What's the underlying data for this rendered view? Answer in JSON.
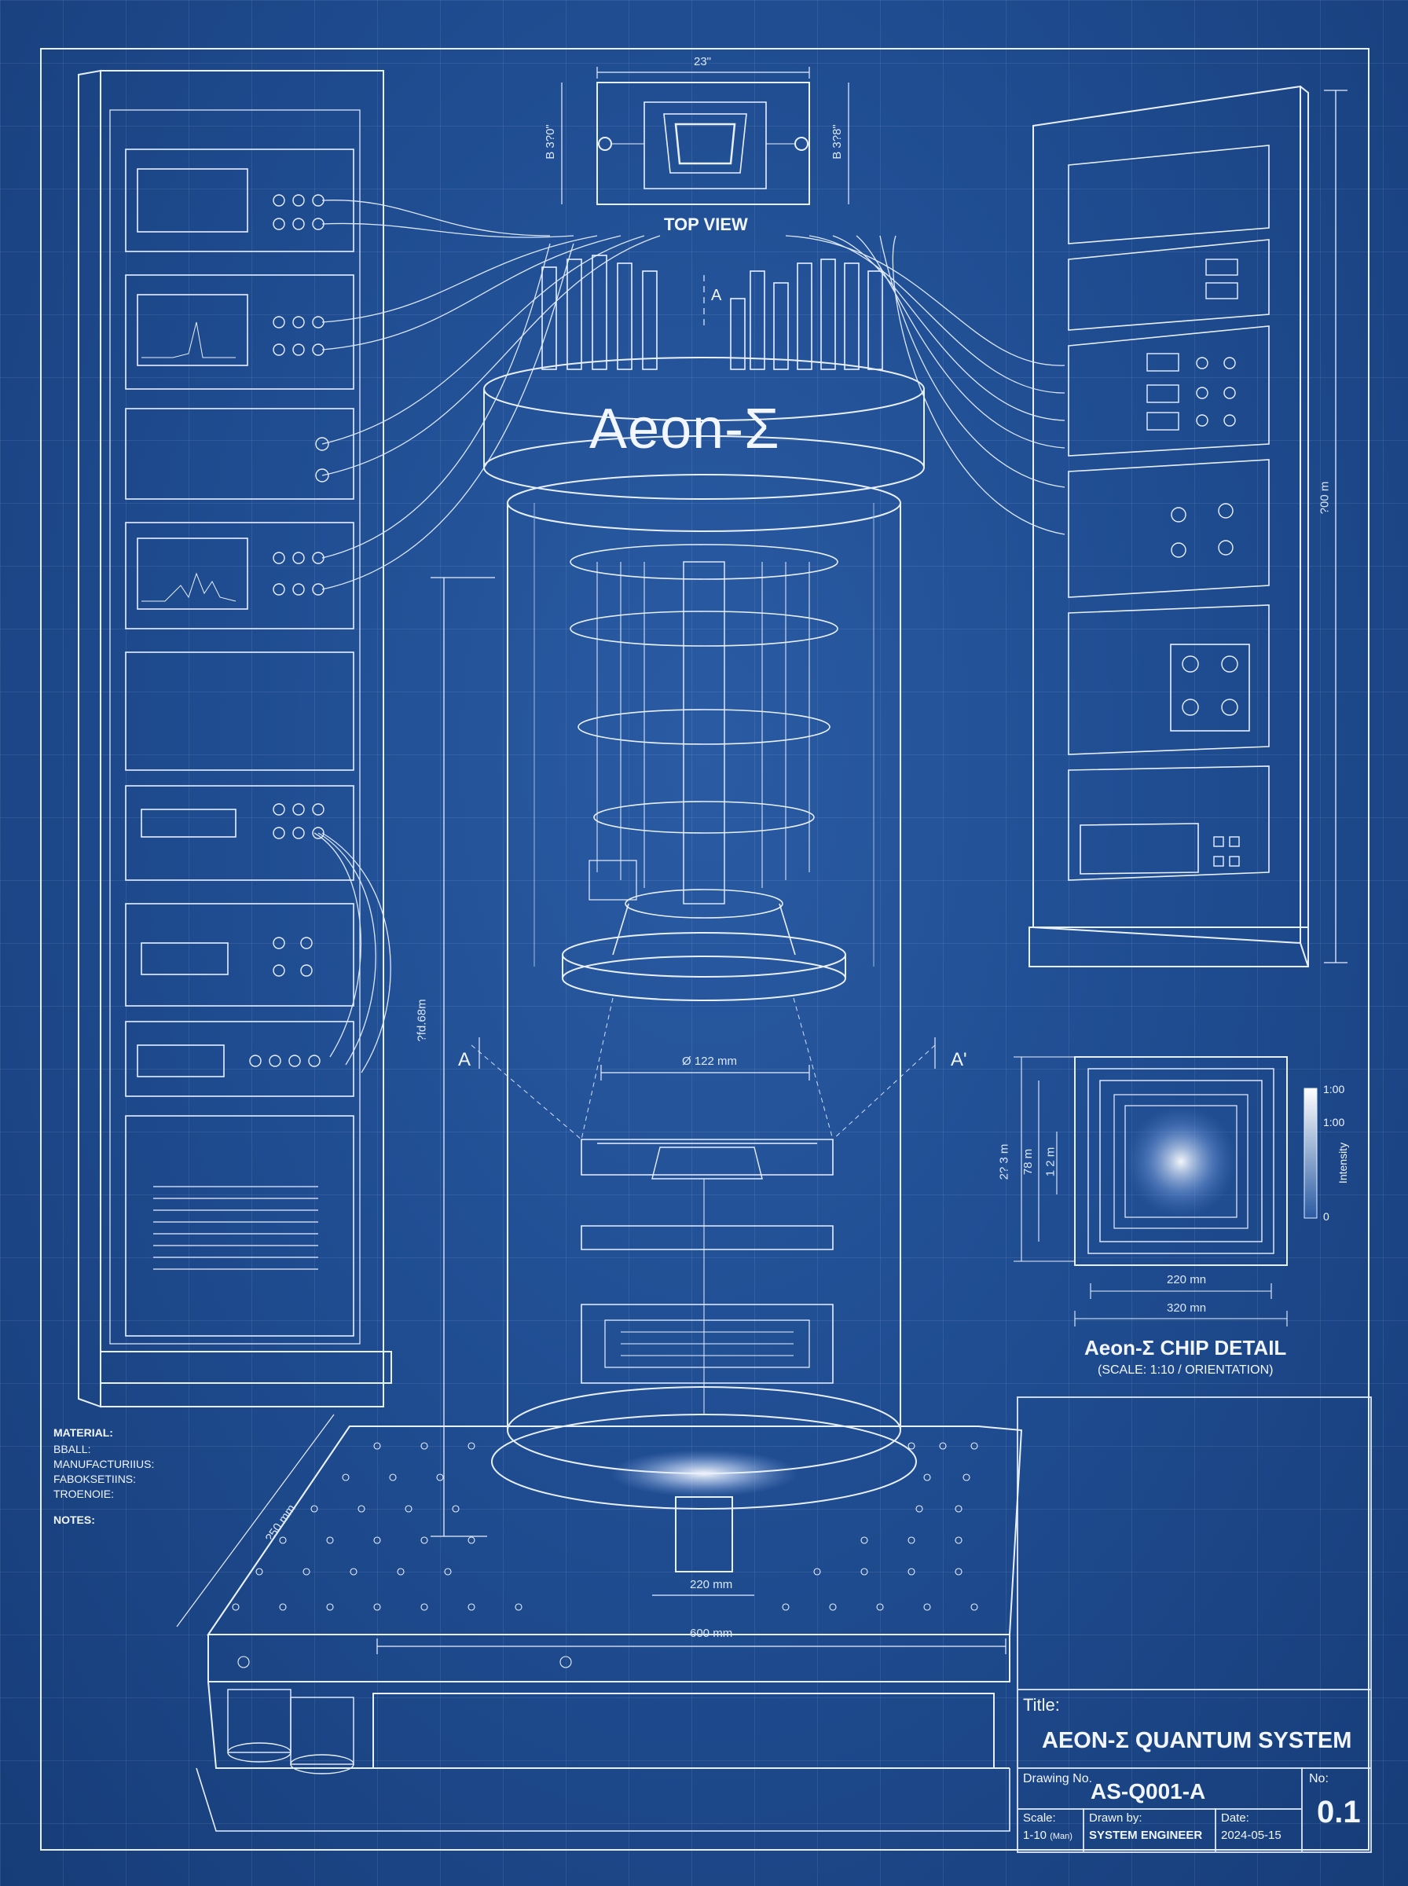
{
  "main_title": "Aeon-Σ",
  "top_view": {
    "label": "TOP VIEW",
    "width_dim": "23\"",
    "left_dim": "B 3?0\"",
    "right_dim": "B 3?8\""
  },
  "section_marks": {
    "a_top": "A",
    "a_left": "A",
    "a_right": "A'"
  },
  "dimensions": {
    "cylinder_height": "?fd.68m",
    "inner_diameter": "Ø 122 mm",
    "base_inner": "220 mm",
    "base_outer": "600 mm",
    "table_side": "?50 mm",
    "rack_height": "?00 m"
  },
  "chip_detail": {
    "title": "Aeon-Σ CHIP DETAIL",
    "subtitle": "(SCALE: 1:10 / ORIENTATION)",
    "width_inner": "220 mn",
    "width_outer": "320 mn",
    "dim_left_1": "2? 3 m",
    "dim_left_2": "78 m",
    "dim_left_3": "1 2 m",
    "scale_ticks": [
      "1:00",
      "1:00",
      "0"
    ],
    "scale_label": "Intensity"
  },
  "notes": {
    "lines": [
      "MATERIAL:",
      "BBALL:",
      "MANUFACTURIIUS:",
      "FABOKSETIINS:",
      "TROENOIE:"
    ],
    "notes_label": "NOTES:"
  },
  "title_block": {
    "title_label": "Title:",
    "title_value": "AEON-Σ QUANTUM SYSTEM",
    "drawing_no_label": "Drawing No.",
    "drawing_no_value": "AS-Q001-A",
    "rev_label": "No:",
    "rev_value": "0.1",
    "scale_label": "Scale:",
    "scale_value": "1-10",
    "scale_unit": "(Man)",
    "drawn_by_label": "Drawn by:",
    "drawn_by_value": "SYSTEM ENGINEER",
    "date_label": "Date:",
    "date_value": "2024-05-15"
  },
  "colors": {
    "background": "#1e4a8e",
    "line": "#e8f0ff",
    "faint_line": "#9fbce8"
  }
}
